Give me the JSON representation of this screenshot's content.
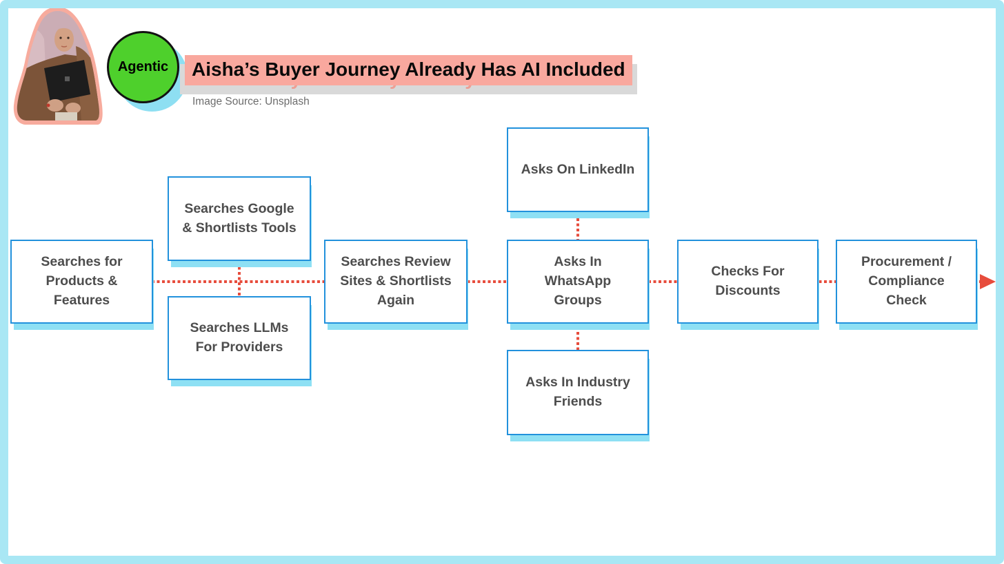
{
  "page": {
    "frame_color": "#a9e7f4",
    "background": "#ffffff"
  },
  "header": {
    "badge": {
      "label": "Agentic",
      "fill_color": "#4ed02c",
      "shadow_color": "#8edff2"
    },
    "title": "Aisha’s Buyer Journey Already Has AI Included",
    "title_highlight_color": "#f9a89e",
    "title_shadow_bar_color": "#d9d9d9",
    "subtitle": "Image Source: Unsplash",
    "photo": {
      "description": "cutout photo of woman in hijab holding a laptop",
      "outline_color": "#f7ab9d"
    }
  },
  "flowchart": {
    "box_border_color": "#2191dc",
    "box_shadow_color": "#8ee0f4",
    "box_text_color": "#4d4d4d",
    "connector_color": "#e74c3c",
    "boxes": [
      {
        "label": "Searches for Products & Features"
      },
      {
        "label": "Searches Google & Shortlists Tools"
      },
      {
        "label": "Searches LLMs For Providers"
      },
      {
        "label": "Searches Review Sites & Shortlists Again"
      },
      {
        "label": "Asks On LinkedIn"
      },
      {
        "label": "Asks In WhatsApp Groups"
      },
      {
        "label": "Asks In Industry Friends"
      },
      {
        "label": "Checks For Discounts"
      },
      {
        "label": "Procurement / Compliance Check"
      }
    ]
  }
}
